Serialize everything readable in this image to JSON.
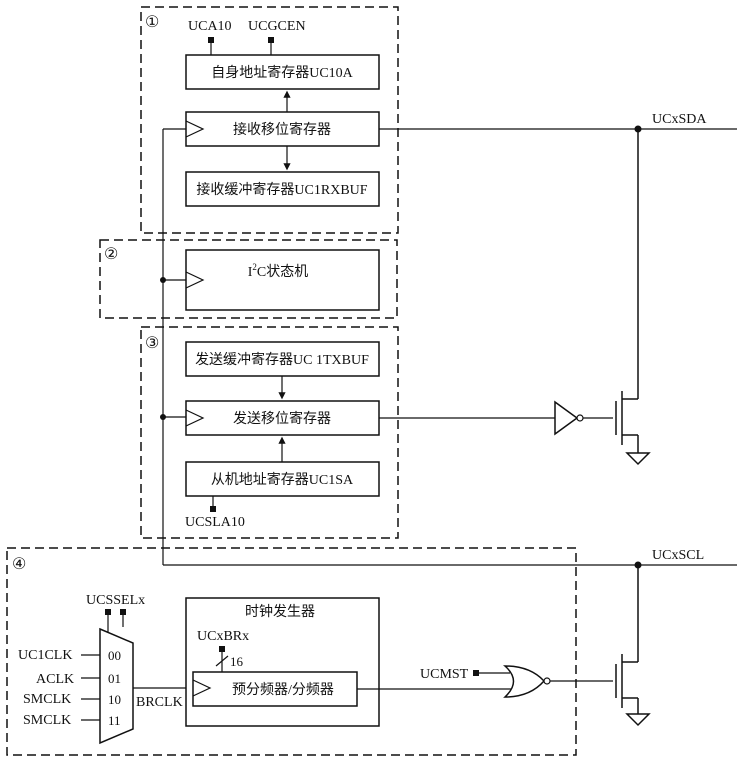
{
  "regions": {
    "r1": {
      "marker": "①"
    },
    "r2": {
      "marker": "②"
    },
    "r3": {
      "marker": "③"
    },
    "r4": {
      "marker": "④"
    }
  },
  "signals": {
    "uca10": "UCA10",
    "ucgcen": "UCGCEN",
    "ucxsda": "UCxSDA",
    "ucxscl": "UCxSCL",
    "ucsla10": "UCSLA10",
    "ucsselx": "UCSSELx",
    "ucxbrx": "UCxBRx",
    "bus_width": "16",
    "brclk": "BRCLK",
    "ucmst": "UCMST"
  },
  "blocks": {
    "own_addr": "自身地址寄存器UC10A",
    "rx_shift": "接收移位寄存器",
    "rx_buf": "接收缓冲寄存器UC1RXBUF",
    "state_machine_prefix": "I",
    "state_machine_sup": "2",
    "state_machine_suffix": "C状态机",
    "tx_buf": "发送缓冲寄存器UC 1TXBUF",
    "tx_shift": "发送移位寄存器",
    "slave_addr": "从机地址寄存器UC1SA",
    "clock_gen": "时钟发生器",
    "prescaler": "预分频器/分频器"
  },
  "mux": {
    "inputs": [
      {
        "label": "UC1CLK",
        "code": "00"
      },
      {
        "label": "ACLK",
        "code": "01"
      },
      {
        "label": "SMCLK",
        "code": "10"
      },
      {
        "label": "SMCLK",
        "code": "11"
      }
    ]
  }
}
